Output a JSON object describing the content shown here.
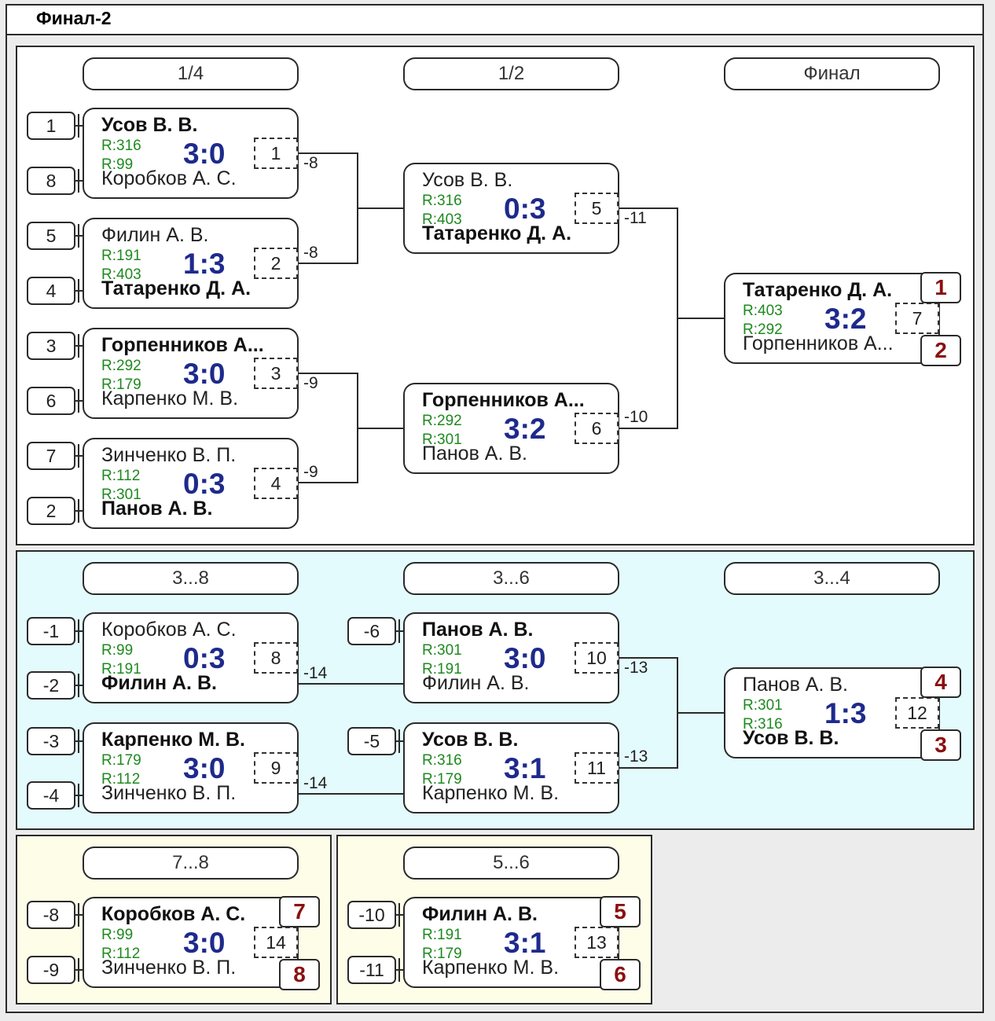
{
  "title": "Финал-2",
  "colors": {
    "score": "#1e2a8c",
    "rating": "#1e8a1e",
    "place": "#8a1010",
    "panel_main": "#ffffff",
    "panel_cyan": "#e4fbfd",
    "panel_yellow": "#fefde8"
  },
  "rounds": {
    "r1": "1/4",
    "r2": "1/2",
    "r3": "Финал",
    "r4": "3...8",
    "r5": "3...6",
    "r6": "3...4",
    "r7": "7...8",
    "r8": "5...6"
  },
  "slots": {
    "a1": "1",
    "a2": "8",
    "a3": "5",
    "a4": "4",
    "a5": "3",
    "a6": "6",
    "a7": "7",
    "a8": "2",
    "b1": "-1",
    "b2": "-2",
    "b3": "-3",
    "b4": "-4",
    "b5": "-6",
    "b6": "-5",
    "c1": "-8",
    "c2": "-9",
    "c3": "-10",
    "c4": "-11"
  },
  "matches": {
    "m1": {
      "top": "Усов В. В.",
      "bot": "Коробков А. С.",
      "r1": "R:316",
      "r2": "R:99",
      "score": "3:0",
      "num": "1"
    },
    "m2": {
      "top": "Филин А. В.",
      "bot": "Татаренко Д. А.",
      "r1": "R:191",
      "r2": "R:403",
      "score": "1:3",
      "num": "2"
    },
    "m3": {
      "top": "Горпенников А...",
      "bot": "Карпенко М. В.",
      "r1": "R:292",
      "r2": "R:179",
      "score": "3:0",
      "num": "3"
    },
    "m4": {
      "top": "Зинченко В. П.",
      "bot": "Панов А. В.",
      "r1": "R:112",
      "r2": "R:301",
      "score": "0:3",
      "num": "4"
    },
    "m5": {
      "top": "Усов В. В.",
      "bot": "Татаренко Д. А.",
      "r1": "R:316",
      "r2": "R:403",
      "score": "0:3",
      "num": "5"
    },
    "m6": {
      "top": "Горпенников А...",
      "bot": "Панов А. В.",
      "r1": "R:292",
      "r2": "R:301",
      "score": "3:2",
      "num": "6"
    },
    "m7": {
      "top": "Татаренко Д. А.",
      "bot": "Горпенников А...",
      "r1": "R:403",
      "r2": "R:292",
      "score": "3:2",
      "num": "7",
      "p1": "1",
      "p2": "2"
    },
    "m8": {
      "top": "Коробков А. С.",
      "bot": "Филин А. В.",
      "r1": "R:99",
      "r2": "R:191",
      "score": "0:3",
      "num": "8"
    },
    "m9": {
      "top": "Карпенко М. В.",
      "bot": "Зинченко В. П.",
      "r1": "R:179",
      "r2": "R:112",
      "score": "3:0",
      "num": "9"
    },
    "m10": {
      "top": "Панов А. В.",
      "bot": "Филин А. В.",
      "r1": "R:301",
      "r2": "R:191",
      "score": "3:0",
      "num": "10"
    },
    "m11": {
      "top": "Усов В. В.",
      "bot": "Карпенко М. В.",
      "r1": "R:316",
      "r2": "R:179",
      "score": "3:1",
      "num": "11"
    },
    "m12": {
      "top": "Панов А. В.",
      "bot": "Усов В. В.",
      "r1": "R:301",
      "r2": "R:316",
      "score": "1:3",
      "num": "12",
      "p1": "4",
      "p2": "3"
    },
    "m13": {
      "top": "Филин А. В.",
      "bot": "Карпенко М. В.",
      "r1": "R:191",
      "r2": "R:179",
      "score": "3:1",
      "num": "13",
      "p1": "5",
      "p2": "6"
    },
    "m14": {
      "top": "Коробков А. С.",
      "bot": "Зинченко В. П.",
      "r1": "R:99",
      "r2": "R:112",
      "score": "3:0",
      "num": "14",
      "p1": "7",
      "p2": "8"
    }
  },
  "loser_labels": {
    "l1": "-8",
    "l2": "-8",
    "l3": "-9",
    "l4": "-9",
    "l5": "-11",
    "l6": "-10",
    "l8": "-14",
    "l9": "-14",
    "l10": "-13",
    "l11": "-13"
  }
}
